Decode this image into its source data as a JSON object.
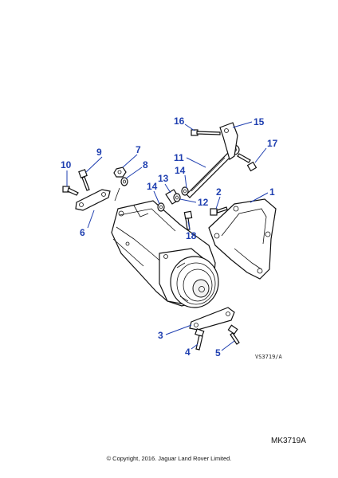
{
  "diagram": {
    "callouts": [
      {
        "id": "1",
        "label": "1"
      },
      {
        "id": "2",
        "label": "2"
      },
      {
        "id": "3",
        "label": "3"
      },
      {
        "id": "4",
        "label": "4"
      },
      {
        "id": "5",
        "label": "5"
      },
      {
        "id": "6",
        "label": "6"
      },
      {
        "id": "7",
        "label": "7"
      },
      {
        "id": "8",
        "label": "8"
      },
      {
        "id": "9",
        "label": "9"
      },
      {
        "id": "10",
        "label": "10"
      },
      {
        "id": "11",
        "label": "11"
      },
      {
        "id": "12",
        "label": "12"
      },
      {
        "id": "13",
        "label": "13"
      },
      {
        "id": "14a",
        "label": "14"
      },
      {
        "id": "14b",
        "label": "14"
      },
      {
        "id": "15",
        "label": "15"
      },
      {
        "id": "16",
        "label": "16"
      },
      {
        "id": "17",
        "label": "17"
      },
      {
        "id": "18",
        "label": "18"
      }
    ],
    "drawing_ref": "VS3719/A",
    "diagram_code": "MK3719A",
    "copyright": "© Copyright, 2016. Jaguar Land Rover Limited."
  }
}
